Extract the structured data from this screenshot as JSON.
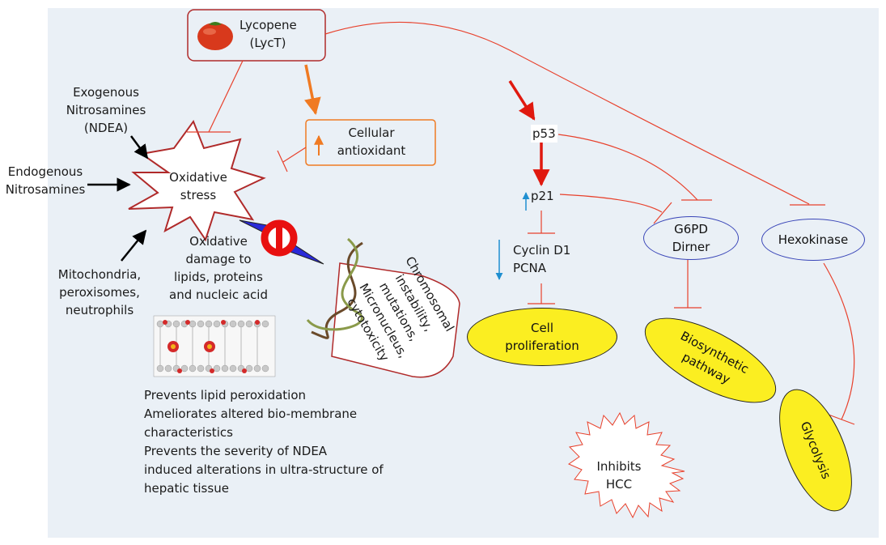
{
  "lycopene": {
    "line1": "Lycopene",
    "line2": "(LycT)"
  },
  "exogenous": {
    "line1": "Exogenous",
    "line2": "Nitrosamines",
    "line3": "(NDEA)"
  },
  "endogenous": {
    "line1": "Endogenous",
    "line2": "Nitrosamines"
  },
  "mito": {
    "line1": "Mitochondria,",
    "line2": "peroxisomes,",
    "line3": "neutrophils"
  },
  "oxidative_stress": {
    "line1": "Oxidative",
    "line2": "stress"
  },
  "cellular_antioxidant": {
    "line1": "Cellular",
    "line2": "antioxidant"
  },
  "oxidative_damage": {
    "line1": "Oxidative",
    "line2": "damage to",
    "line3": "lipids, proteins",
    "line4": "and nucleic acid"
  },
  "chromosomal": {
    "line1": "Chromosomal",
    "line2": "instability,",
    "line3": "mutations,",
    "line4": "Micronucleus,",
    "line5": "cytotoxicity"
  },
  "effects": [
    "Prevents lipid peroxidation",
    "Ameliorates altered bio-membrane",
    "characteristics",
    "Prevents the severity of NDEA",
    "induced alterations in ultra-structure of",
    "hepatic tissue"
  ],
  "p53": "p53",
  "p21": "p21",
  "cyclin": {
    "line1": "Cyclin D1",
    "line2": "PCNA"
  },
  "cell_proliferation": {
    "line1": "Cell",
    "line2": "proliferation"
  },
  "g6pd": {
    "line1": "G6PD",
    "line2": "Dirner"
  },
  "hexokinase": "Hexokinase",
  "biosynthetic": {
    "line1": "Biosynthetic",
    "line2": "pathway"
  },
  "glycolysis": "Glycolysis",
  "inhibits_hcc": {
    "line1": "Inhibits",
    "line2": "HCC"
  },
  "colors": {
    "panel": "#eaf0f6",
    "inhibit_line": "#e8412c",
    "arrow_red": "#e0190f",
    "arrow_orange": "#f07a22",
    "yellow": "#fbee21",
    "blue_border": "#3a46b8",
    "maroon": "#b02a2a"
  }
}
